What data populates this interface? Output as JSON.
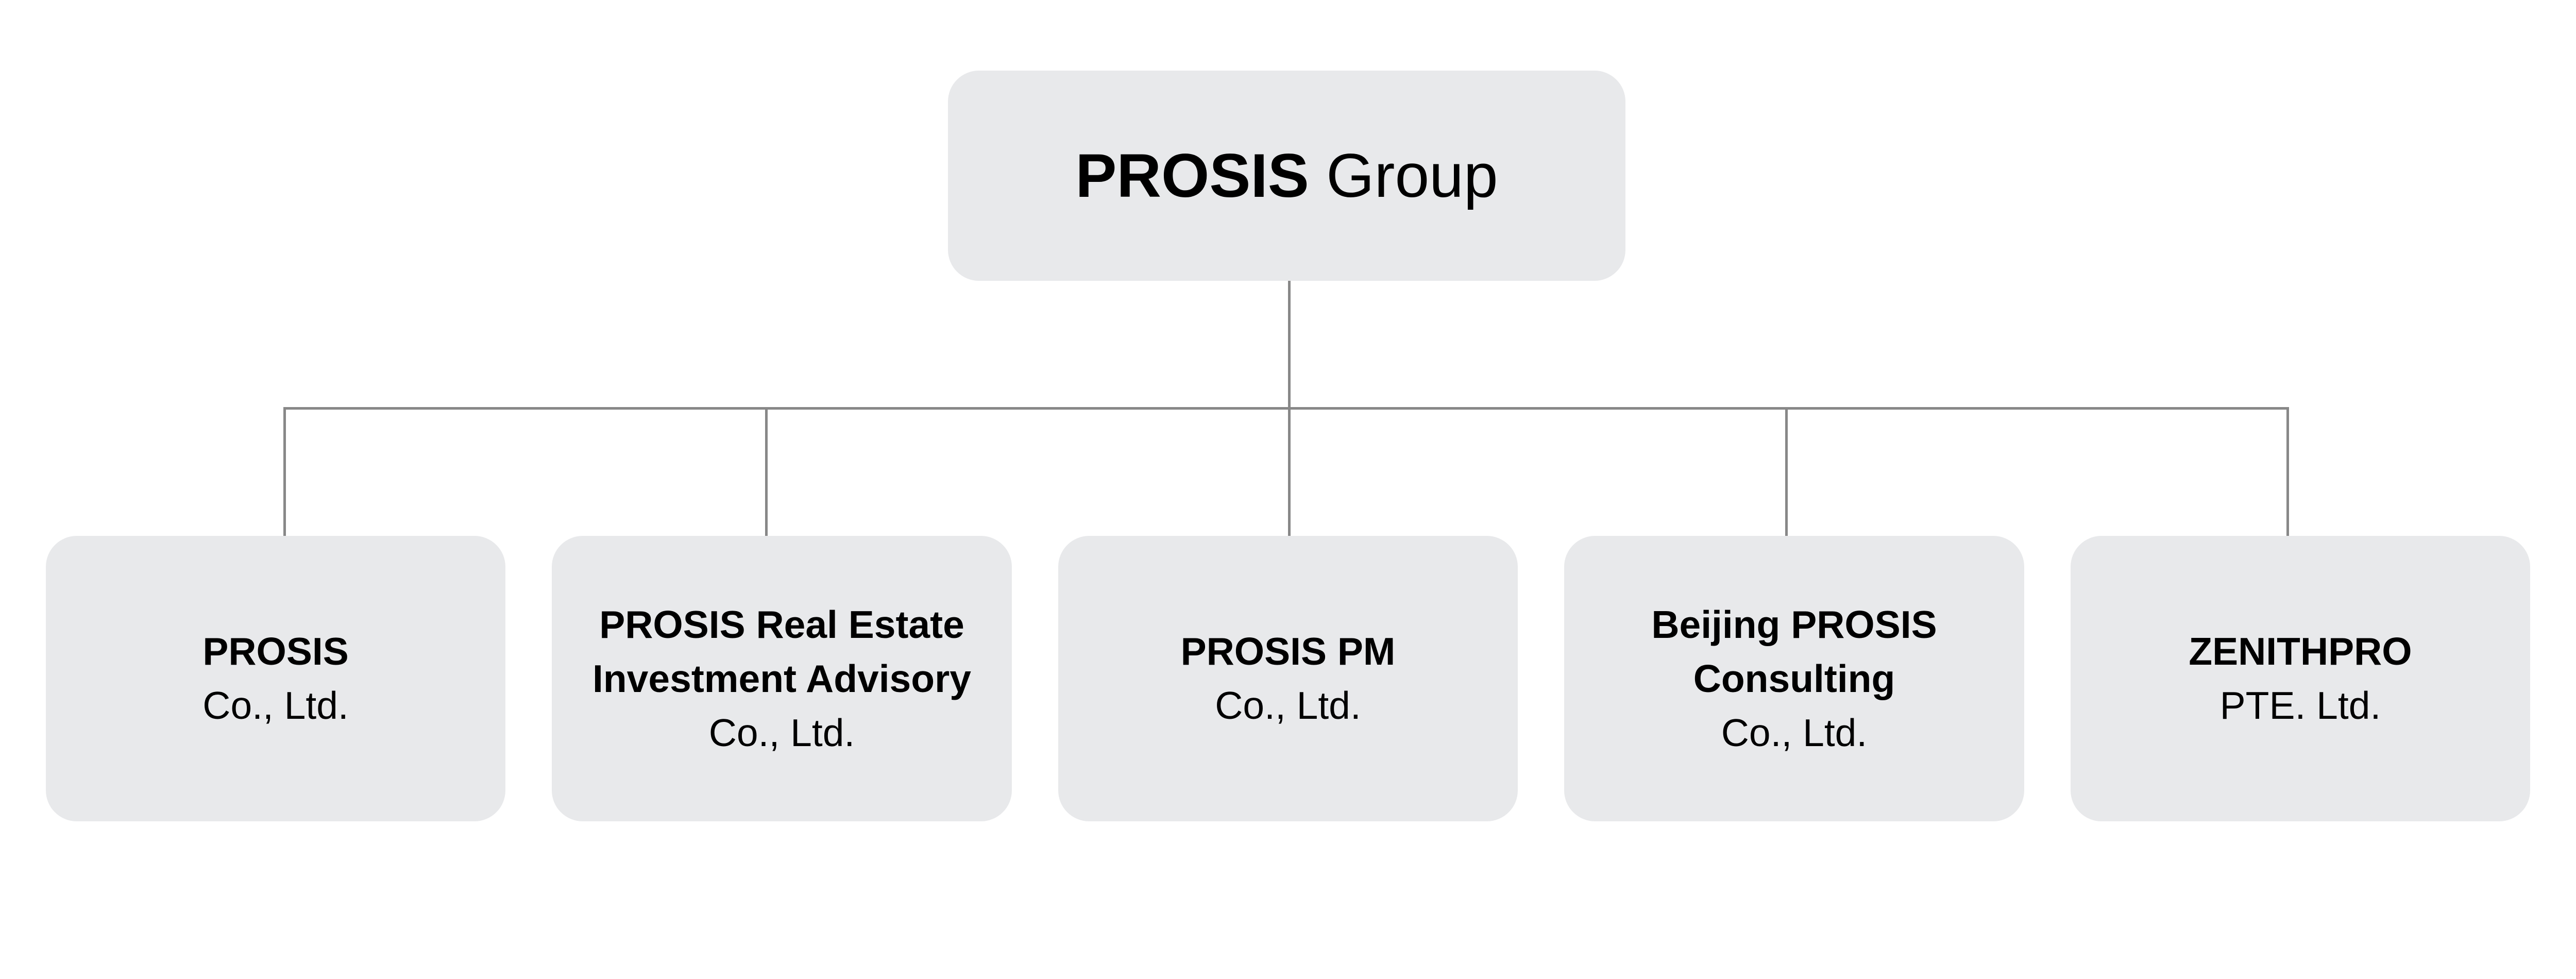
{
  "root": {
    "bold": "PROSIS",
    "regular": "Group"
  },
  "children": [
    {
      "bold_lines": [
        "PROSIS"
      ],
      "regular": "Co., Ltd."
    },
    {
      "bold_lines": [
        "PROSIS Real Estate",
        "Investment Advisory"
      ],
      "regular": "Co., Ltd."
    },
    {
      "bold_lines": [
        "PROSIS PM"
      ],
      "regular": "Co., Ltd."
    },
    {
      "bold_lines": [
        "Beijing PROSIS",
        "Consulting"
      ],
      "regular": "Co., Ltd."
    },
    {
      "bold_lines": [
        "ZENITHPRO"
      ],
      "regular": "PTE. Ltd."
    }
  ],
  "colors": {
    "box_fill": "#e8e9eb",
    "connector": "#888888",
    "text": "#000000"
  }
}
